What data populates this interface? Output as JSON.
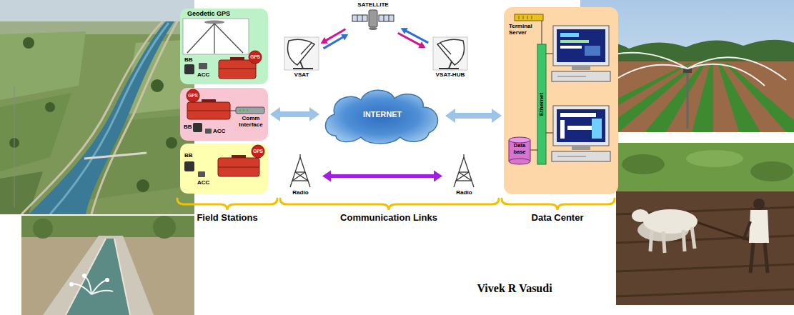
{
  "diagram": {
    "nodes": [
      {
        "text": [
          "Geodetic GPS",
          "BB",
          "ACC",
          "GPS"
        ]
      },
      {
        "text": [
          "GPS",
          "BB",
          "ACC",
          "Comm Interface"
        ]
      },
      {
        "text": [
          "GPS",
          "BB",
          "ACC"
        ]
      },
      {
        "text": [
          "VSAT"
        ]
      },
      {
        "text": [
          "SATELLITE"
        ]
      },
      {
        "text": [
          "VSAT-HUB"
        ]
      },
      {
        "text": [
          "INTERNET"
        ]
      },
      {
        "text": [
          "Radio"
        ]
      },
      {
        "text": [
          "Radio"
        ]
      },
      {
        "text": [
          "Terminal Server",
          "Ethernet",
          "Data base"
        ]
      }
    ],
    "edges": [
      {
        "from": 3,
        "to": 4,
        "arrow": "both"
      },
      {
        "from": 5,
        "to": 4,
        "arrow": "both"
      },
      {
        "from": 1,
        "to": 6,
        "arrow": "both"
      },
      {
        "from": 6,
        "to": 9,
        "arrow": "both"
      },
      {
        "from": 7,
        "to": 8,
        "arrow": "both"
      }
    ],
    "labels": [
      "Field Stations",
      "Communication Links",
      "Data Center",
      "Vivek R Vasudi"
    ]
  }
}
